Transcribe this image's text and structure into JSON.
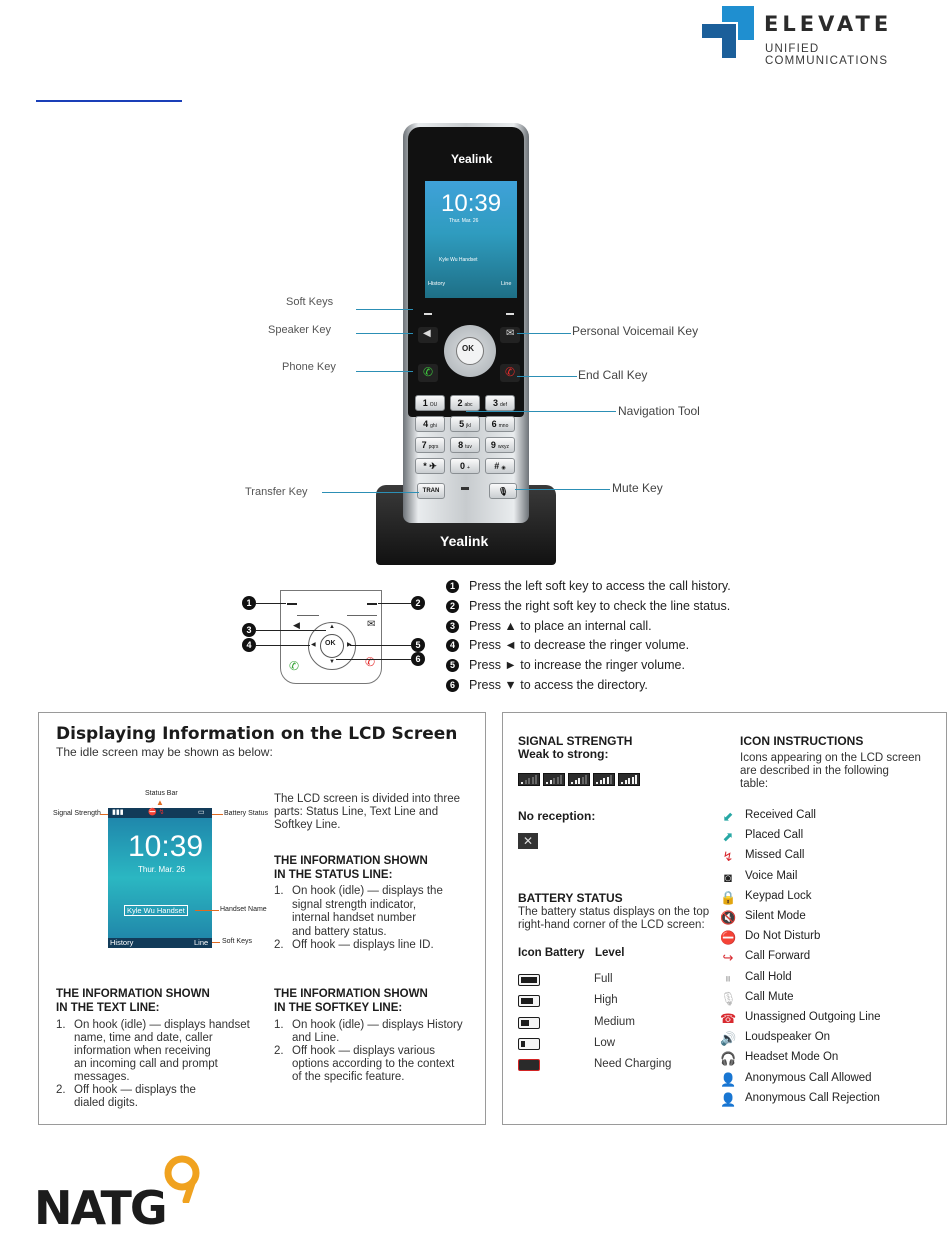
{
  "header": {
    "brand_name": "ELEVATE",
    "brand_sub": "UNIFIED COMMUNICATIONS",
    "colors": {
      "brand_blue": "#1f8fd0",
      "brand_dark": "#1b5f9a"
    }
  },
  "phone": {
    "screen_time": "10:39",
    "screen_date": "Thur. Mar. 26",
    "screen_handset": "Kyle Wu Handset",
    "screen_left_soft": "History",
    "screen_right_soft": "Line",
    "brand": "Yealink",
    "keys": [
      {
        "label": "1",
        "sub": "OU"
      },
      {
        "label": "2",
        "sub": "abc"
      },
      {
        "label": "3",
        "sub": "def"
      },
      {
        "label": "4",
        "sub": "ghi"
      },
      {
        "label": "5",
        "sub": "jkl"
      },
      {
        "label": "6",
        "sub": "mno"
      },
      {
        "label": "7",
        "sub": "pqrs"
      },
      {
        "label": "8",
        "sub": "tuv"
      },
      {
        "label": "9",
        "sub": "wxyz"
      },
      {
        "label": "* ✈"
      },
      {
        "label": "0",
        "sub": "+"
      },
      {
        "label": "#",
        "sub": "◉"
      }
    ],
    "ok_label": "OK",
    "tran_label": "TRAN",
    "callouts": {
      "soft_keys": "Soft Keys",
      "speaker_key": "Speaker Key",
      "phone_key": "Phone Key",
      "transfer_key": "Transfer Key",
      "voicemail_key": "Personal Voicemail Key",
      "end_call_key": "End Call Key",
      "navigation_tool": "Navigation Tool",
      "mute_key": "Mute Key"
    }
  },
  "keypad_diagram": {
    "ok_label": "OK",
    "numbers": [
      "1",
      "2",
      "3",
      "4",
      "5",
      "6"
    ]
  },
  "instructions": [
    {
      "num": "1",
      "text": "Press the left soft key to access the call history."
    },
    {
      "num": "2",
      "text": "Press the right soft key to check the line status."
    },
    {
      "num": "3",
      "text": "Press ▲ to place an internal call."
    },
    {
      "num": "4",
      "text": "Press ◄ to decrease the ringer volume."
    },
    {
      "num": "5",
      "text": "Press ► to increase the ringer volume."
    },
    {
      "num": "6",
      "text": "Press ▼ to access the directory."
    }
  ],
  "lcd_panel": {
    "title": "Displaying Information on the LCD Screen",
    "subtitle": "The idle screen may be shown as below:",
    "labels": {
      "status_bar": "Status Bar",
      "signal_strength": "Signal Strength",
      "battery_status": "Battery Status",
      "handset_name": "Handset Name",
      "soft_keys": "Soft Keys"
    },
    "screen": {
      "time": "10:39",
      "date": "Thur. Mar. 26",
      "handset": "Kyle Wu Handset",
      "left": "History",
      "right": "Line"
    },
    "intro": [
      "The LCD screen is divided into three",
      "parts: Status Line, Text Line and",
      "Softkey Line."
    ],
    "status_line": {
      "heading": [
        "THE INFORMATION SHOWN",
        "IN THE STATUS LINE:"
      ],
      "items": [
        [
          "1.",
          "On hook (idle) — displays the"
        ],
        [
          "",
          "signal strength indicator,"
        ],
        [
          "",
          "internal handset number"
        ],
        [
          "",
          "and battery status."
        ],
        [
          "2.",
          "Off hook — displays line ID."
        ]
      ]
    },
    "text_line": {
      "heading": [
        "THE INFORMATION SHOWN",
        "IN THE TEXT LINE:"
      ],
      "items": [
        [
          "1.",
          "On hook (idle) — displays handset"
        ],
        [
          "",
          "name, time and date, caller"
        ],
        [
          "",
          "information when receiving"
        ],
        [
          "",
          "an incoming call and prompt"
        ],
        [
          "",
          "messages."
        ],
        [
          "2.",
          "Off hook — displays the"
        ],
        [
          "",
          "dialed digits."
        ]
      ]
    },
    "softkey_line": {
      "heading": [
        "THE INFORMATION SHOWN",
        "IN THE SOFTKEY LINE:"
      ],
      "items": [
        [
          "1.",
          "On hook (idle) — displays History"
        ],
        [
          "",
          "and Line."
        ],
        [
          "2.",
          "Off hook — displays various"
        ],
        [
          "",
          "options according to the context"
        ],
        [
          "",
          "of the specific feature."
        ]
      ]
    }
  },
  "status_panel": {
    "signal_heading": "SIGNAL STRENGTH",
    "signal_sub": "Weak to strong:",
    "signal_levels": [
      1,
      2,
      3,
      4,
      5
    ],
    "no_reception": "No reception:",
    "battery_heading": "BATTERY STATUS",
    "battery_desc": [
      "The battery status displays on the top",
      "right-hand corner of the LCD screen:"
    ],
    "battery_col1": "Icon Battery",
    "battery_col2": "Level",
    "battery_levels": [
      {
        "label": "Full",
        "fill": 1.0
      },
      {
        "label": "High",
        "fill": 0.75
      },
      {
        "label": "Medium",
        "fill": 0.5
      },
      {
        "label": "Low",
        "fill": 0.25
      },
      {
        "label": "Need Charging",
        "fill": 0.0
      }
    ],
    "icon_heading": "ICON INSTRUCTIONS",
    "icon_desc": [
      "Icons appearing on the LCD screen",
      "are described in the following",
      "table:"
    ],
    "icons": [
      {
        "label": "Received Call",
        "icon": "received-call-icon",
        "glyph": "⬋",
        "color": "#27a7a4"
      },
      {
        "label": "Placed Call",
        "icon": "placed-call-icon",
        "glyph": "⬈",
        "color": "#27a7a4"
      },
      {
        "label": "Missed Call",
        "icon": "missed-call-icon",
        "glyph": "↯",
        "color": "#d8292f"
      },
      {
        "label": "Voice Mail",
        "icon": "voice-mail-icon",
        "glyph": "◙",
        "color": "#222222"
      },
      {
        "label": "Keypad Lock",
        "icon": "keypad-lock-icon",
        "glyph": "🔒",
        "color": "#222222"
      },
      {
        "label": "Silent Mode",
        "icon": "silent-mode-icon",
        "glyph": "🔇",
        "color": "#222222"
      },
      {
        "label": "Do Not Disturb",
        "icon": "do-not-disturb-icon",
        "glyph": "⛔",
        "color": "#d8292f"
      },
      {
        "label": "Call Forward",
        "icon": "call-forward-icon",
        "glyph": "↪",
        "color": "#d8292f"
      },
      {
        "label": "Call Hold",
        "icon": "call-hold-icon",
        "glyph": "⏸",
        "color": "#bbbbbb"
      },
      {
        "label": "Call Mute",
        "icon": "call-mute-icon",
        "glyph": "🎙",
        "color": "#bbbbbb"
      },
      {
        "label": "Unassigned Outgoing Line",
        "icon": "unassigned-line-icon",
        "glyph": "☎",
        "color": "#d8292f"
      },
      {
        "label": "Loudspeaker On",
        "icon": "loudspeaker-icon",
        "glyph": "🔊",
        "color": "#222222"
      },
      {
        "label": "Headset Mode On",
        "icon": "headset-icon",
        "glyph": "🎧",
        "color": "#222222"
      },
      {
        "label": "Anonymous Call Allowed",
        "icon": "anonymous-allowed-icon",
        "glyph": "👤",
        "color": "#d8292f"
      },
      {
        "label": "Anonymous Call Rejection",
        "icon": "anonymous-rejection-icon",
        "glyph": "👤",
        "color": "#d8292f"
      }
    ]
  },
  "footer": {
    "brand": "NATG",
    "colors": {
      "logo_dark": "#1c1c1c",
      "logo_accent": "#f0a21f"
    }
  }
}
